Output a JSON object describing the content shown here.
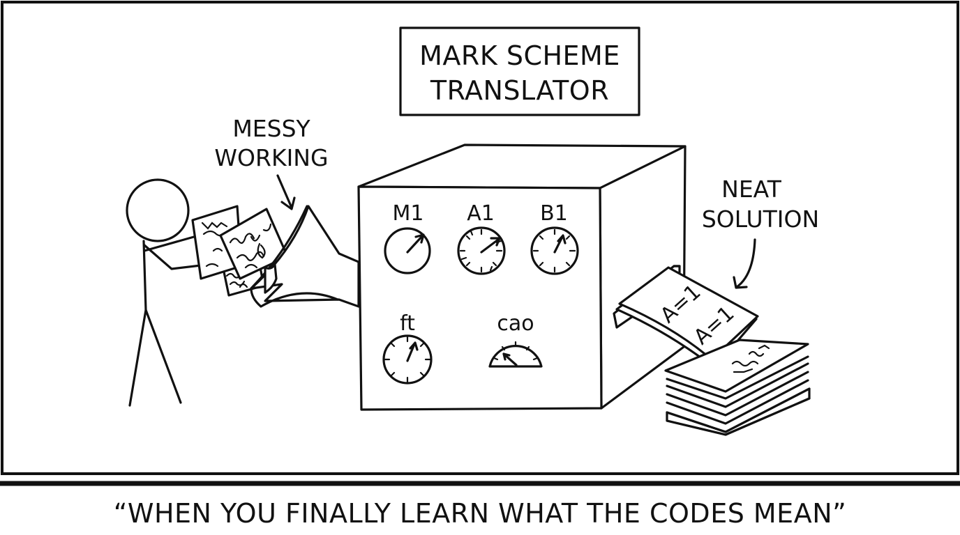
{
  "title": {
    "line1": "MARK SCHEME",
    "line2": "TRANSLATOR"
  },
  "labels": {
    "messy_line1": "MESSY",
    "messy_line2": "WORKING",
    "neat_line1": "NEAT",
    "neat_line2": "SOLUTION"
  },
  "dials": {
    "m1": "M1",
    "a1": "A1",
    "b1": "B1",
    "ft": "ft",
    "cao": "cao"
  },
  "output_paper": {
    "line1": "A=1",
    "line2": "A=1"
  },
  "caption": "“WHEN YOU FINALLY LEARN WHAT THE CODES MEAN”"
}
